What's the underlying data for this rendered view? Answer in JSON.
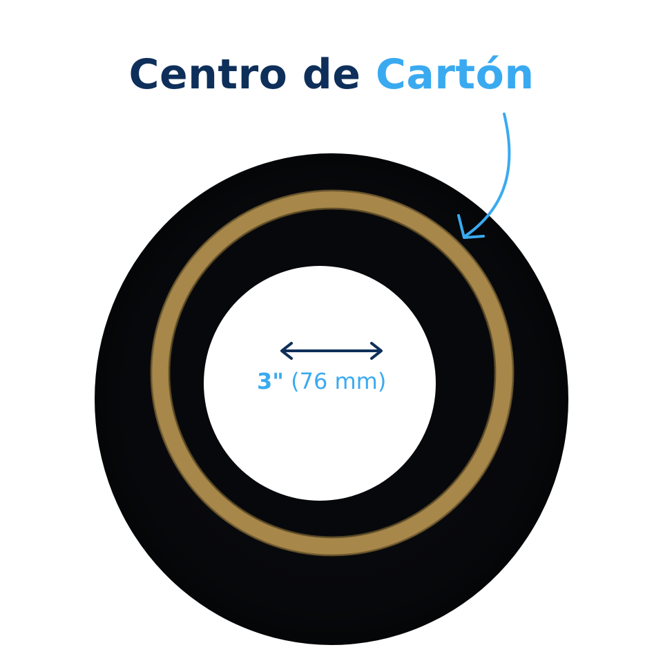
{
  "heading": {
    "part_a": "Centro de ",
    "part_b": "Cartón"
  },
  "measurement": {
    "value": "3\"",
    "detail": " (76 mm)"
  },
  "colors": {
    "navy": "#0e2f5a",
    "sky": "#3aaaf0",
    "roll": "#07080b",
    "cardboard": "#a8884a",
    "background": "#ffffff"
  },
  "icons": {
    "pointer": "curved-arrow-icon",
    "dimension": "double-arrow-icon"
  }
}
